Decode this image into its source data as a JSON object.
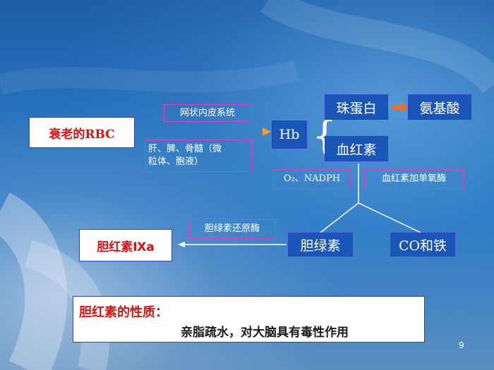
{
  "nodes": {
    "senescent_rbc": "衰老的RBC",
    "hb": "Hb",
    "globin": "珠蛋白",
    "amino_acid": "氨基酸",
    "heme": "血红素",
    "biliverdin": "胆绿素",
    "co_iron": "CO和铁",
    "bilirubin": "胆红素Ⅸa"
  },
  "labels": {
    "reticuloendothelial": "网状内皮系统",
    "organs_line1": "肝、脾、骨髓（微",
    "organs_line2": "粒体、胞液）",
    "cofactors": "O₂、NADPH",
    "heme_oxygenase": "血红素加单氧酶",
    "biliverdin_reductase": "胆绿素还原酶"
  },
  "properties": {
    "title": "胆红素的性质：",
    "body": "亲脂疏水，对大脑具有毒性作用"
  },
  "page_number": "9",
  "colors": {
    "box_fill_dark": "#1a56b8",
    "box_border": "#3340c8",
    "label_border": "#e040c0",
    "accent_red": "#e01010",
    "arrow_orange": "#f07020"
  }
}
